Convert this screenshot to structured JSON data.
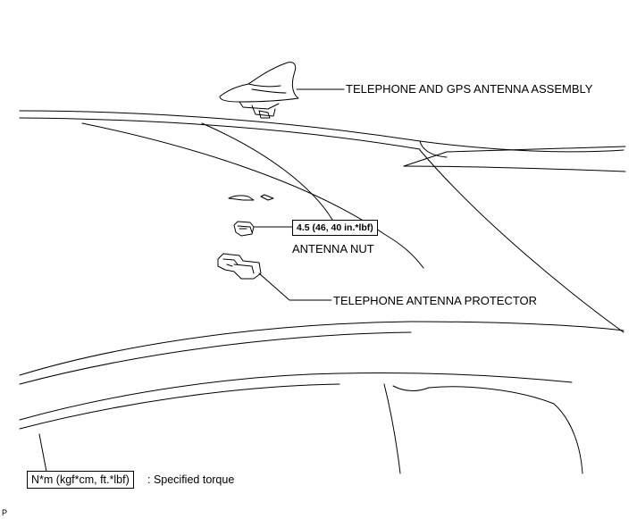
{
  "callouts": {
    "antenna_assembly": "TELEPHONE AND GPS ANTENNA ASSEMBLY",
    "antenna_nut": "ANTENNA NUT",
    "antenna_protector": "TELEPHONE ANTENNA PROTECTOR"
  },
  "torque": {
    "value": "4.5 (46, 40 in.*lbf)"
  },
  "legend": {
    "box_text": "N*m (kgf*cm, ft.*lbf)",
    "description": ": Specified torque"
  },
  "figure_code": "P"
}
